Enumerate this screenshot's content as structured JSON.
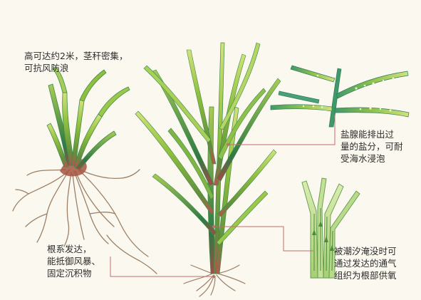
{
  "annotations": {
    "height": {
      "lines": [
        "高可达约2米，茎秆密集，",
        "可抗风防浪"
      ]
    },
    "roots": {
      "lines": [
        "根系发达，",
        "能抵御风暴、",
        "固定沉积物"
      ]
    },
    "salt": {
      "lines": [
        "盐腺能排出过",
        "量的盐分，可耐",
        "受海水浸泡"
      ]
    },
    "aeration": {
      "lines": [
        "被潮汐淹没时可",
        "通过发达的通气",
        "组织为根部供氧"
      ]
    }
  },
  "colors": {
    "background": "#fbf8ef",
    "leader": "#c76b6b",
    "leaf_dark": "#3f8a4c",
    "leaf_mid": "#8fbf3c",
    "leaf_light": "#cfe07a",
    "stem_red": "#b8564c",
    "root": "#9b8066",
    "text": "#2c2c2c"
  },
  "illustrations": [
    "seedling-cluster",
    "mature-plant",
    "leaf-closeup",
    "stem-cross-section"
  ]
}
